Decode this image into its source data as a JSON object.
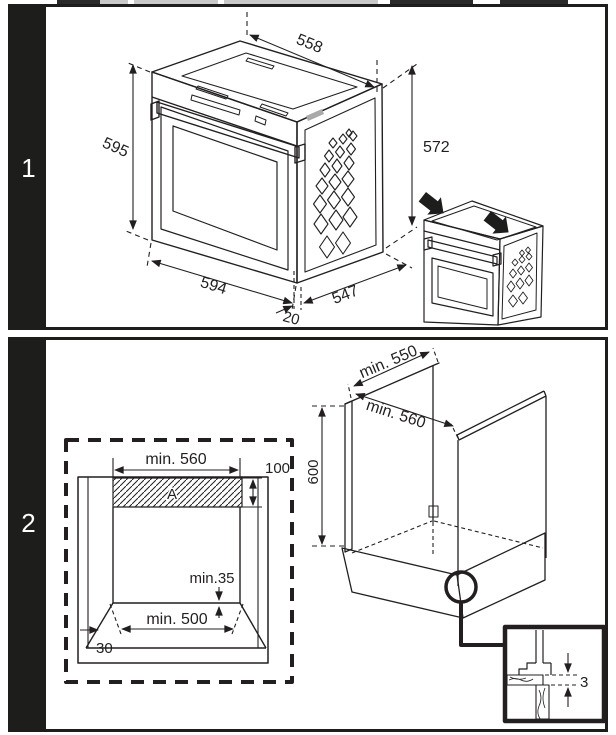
{
  "page": {
    "bg": "#ffffff",
    "line_color": "#231f20",
    "sidebar_color": "#1d1d1b",
    "accent_gray": "#a9a9a9"
  },
  "panel1": {
    "number": "1",
    "dimensions": {
      "width_top": "558",
      "height_right": "572",
      "height_left": "595",
      "width_bottom": "594",
      "front_overhang": "20",
      "depth": "547"
    }
  },
  "panel2": {
    "number": "2",
    "cutout_front": {
      "width_min": "min. 560",
      "top_clearance": "100",
      "vent_label": "A",
      "rear_gap_min": "min.35",
      "base_width_min": "min. 500",
      "side_clearance": "30"
    },
    "cabinet_persp": {
      "depth_min": "min. 550",
      "width_min": "min. 560",
      "height": "600"
    },
    "detail": {
      "gap": "3"
    }
  }
}
